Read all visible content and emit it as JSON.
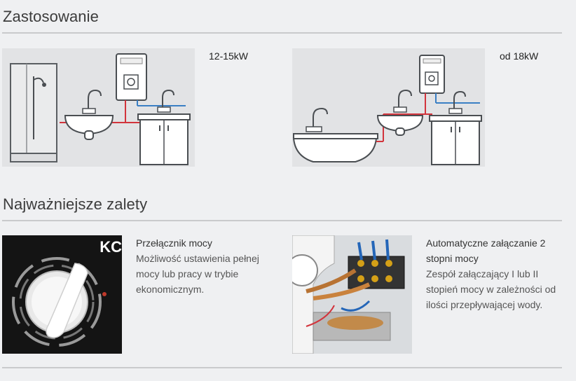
{
  "sections": {
    "application_title": "Zastosowanie",
    "advantages_title": "Najważniejsze zalety"
  },
  "applications": [
    {
      "power": "12-15kW"
    },
    {
      "power": "od 18kW"
    }
  ],
  "advantages": [
    {
      "photo_text": "KC",
      "title": "Przełącznik mocy",
      "description": "Możliwość ustawienia pełnej mocy lub pracy w trybie ekonomicznym."
    },
    {
      "title": "Automatyczne załączanie 2 stopni mocy",
      "description": "Zespół załączający I lub II stopień mocy w zależności od ilości przepływającej wody."
    }
  ],
  "colors": {
    "hot_water_pipe": "#d2343c",
    "cold_water_pipe": "#3a7fc4"
  }
}
